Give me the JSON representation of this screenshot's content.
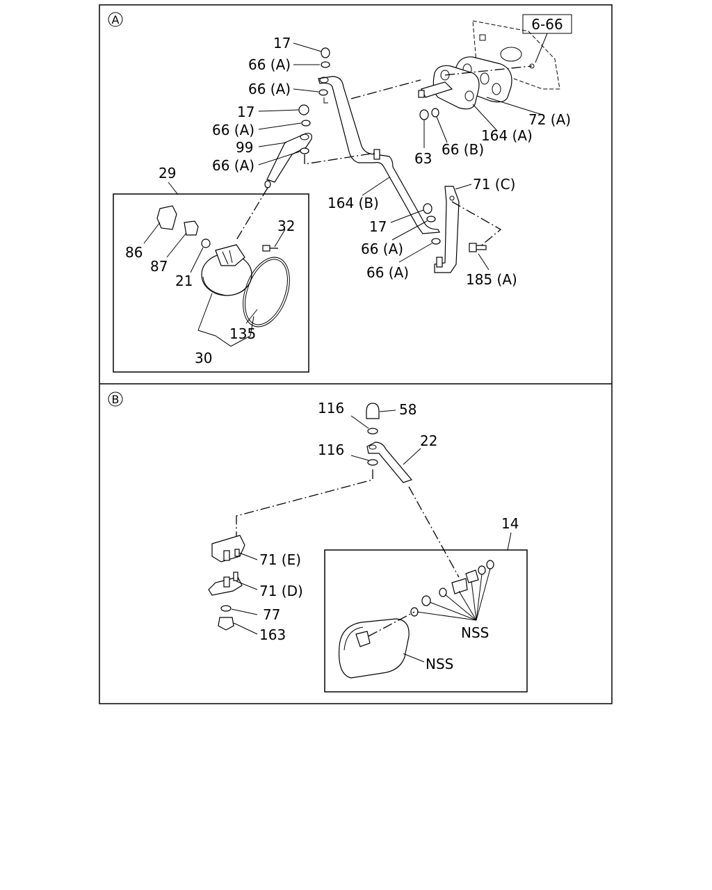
{
  "sections": {
    "a": {
      "tag": "A"
    },
    "b": {
      "tag": "B"
    }
  },
  "ref_box": "6-66",
  "callouts": {
    "c17_top": "17",
    "c66a_1": "66 (A)",
    "c66a_2": "66 (A)",
    "c17_mid": "17",
    "c66a_3": "66 (A)",
    "c99": "99",
    "c66a_4": "66 (A)",
    "c29": "29",
    "c72a": "72 (A)",
    "c164a": "164 (A)",
    "c63": "63",
    "c66b": "66 (B)",
    "c71c": "71 (C)",
    "c164b": "164 (B)",
    "c17_low": "17",
    "c66a_5": "66 (A)",
    "c66a_6": "66 (A)",
    "c185a": "185 (A)",
    "c32": "32",
    "c86": "86",
    "c87": "87",
    "c21": "21",
    "c135": "135",
    "c30": "30",
    "c116_top": "116",
    "c58": "58",
    "c116_low": "116",
    "c22": "22",
    "c14": "14",
    "c71e": "71 (E)",
    "c71d": "71 (D)",
    "c77": "77",
    "c163": "163",
    "nss_1": "NSS",
    "nss_2": "NSS"
  }
}
